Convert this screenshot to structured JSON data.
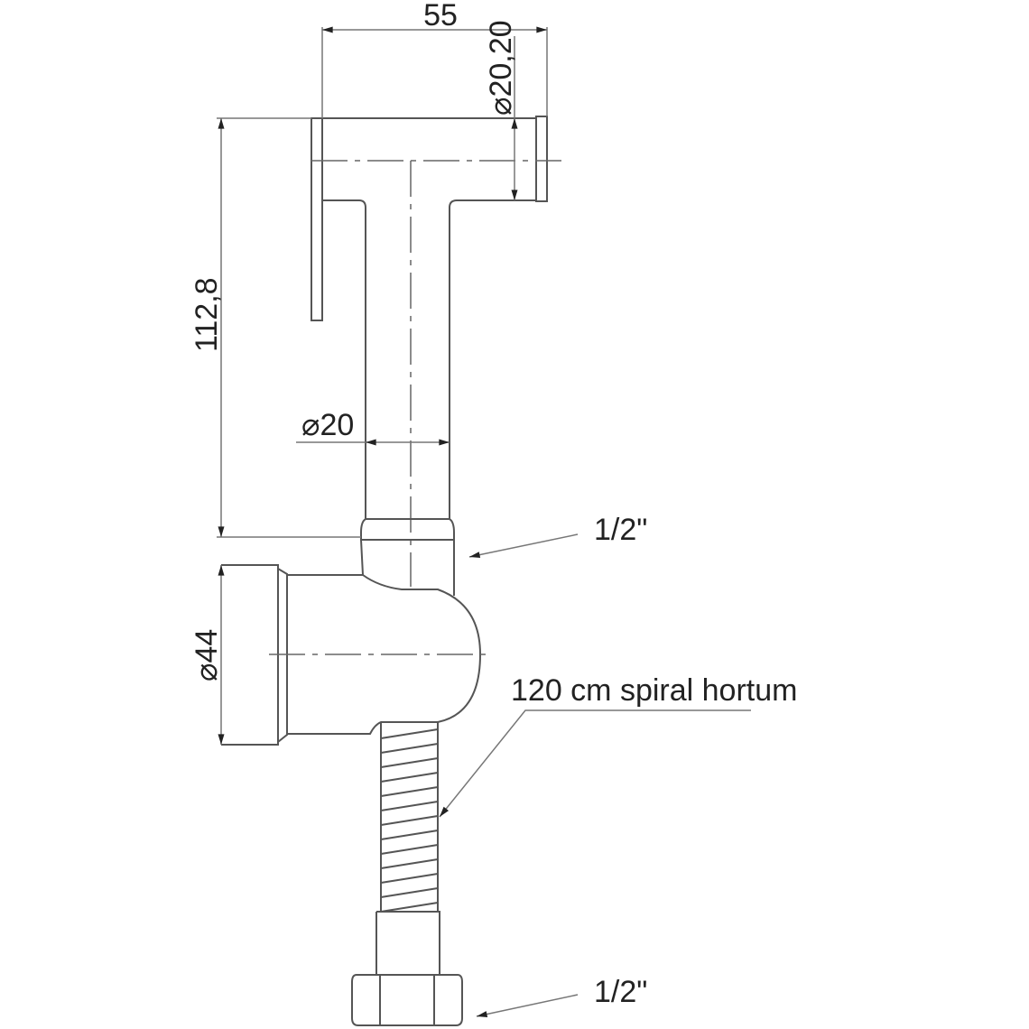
{
  "dimensions": {
    "width_top": "55",
    "head_diameter": "⌀20,20",
    "height": "112,8",
    "tube_diameter": "⌀20",
    "flange_diameter": "⌀44"
  },
  "labels": {
    "thread_top": "1/2\"",
    "hose": "120 cm spiral hortum",
    "thread_bottom": "1/2\""
  }
}
